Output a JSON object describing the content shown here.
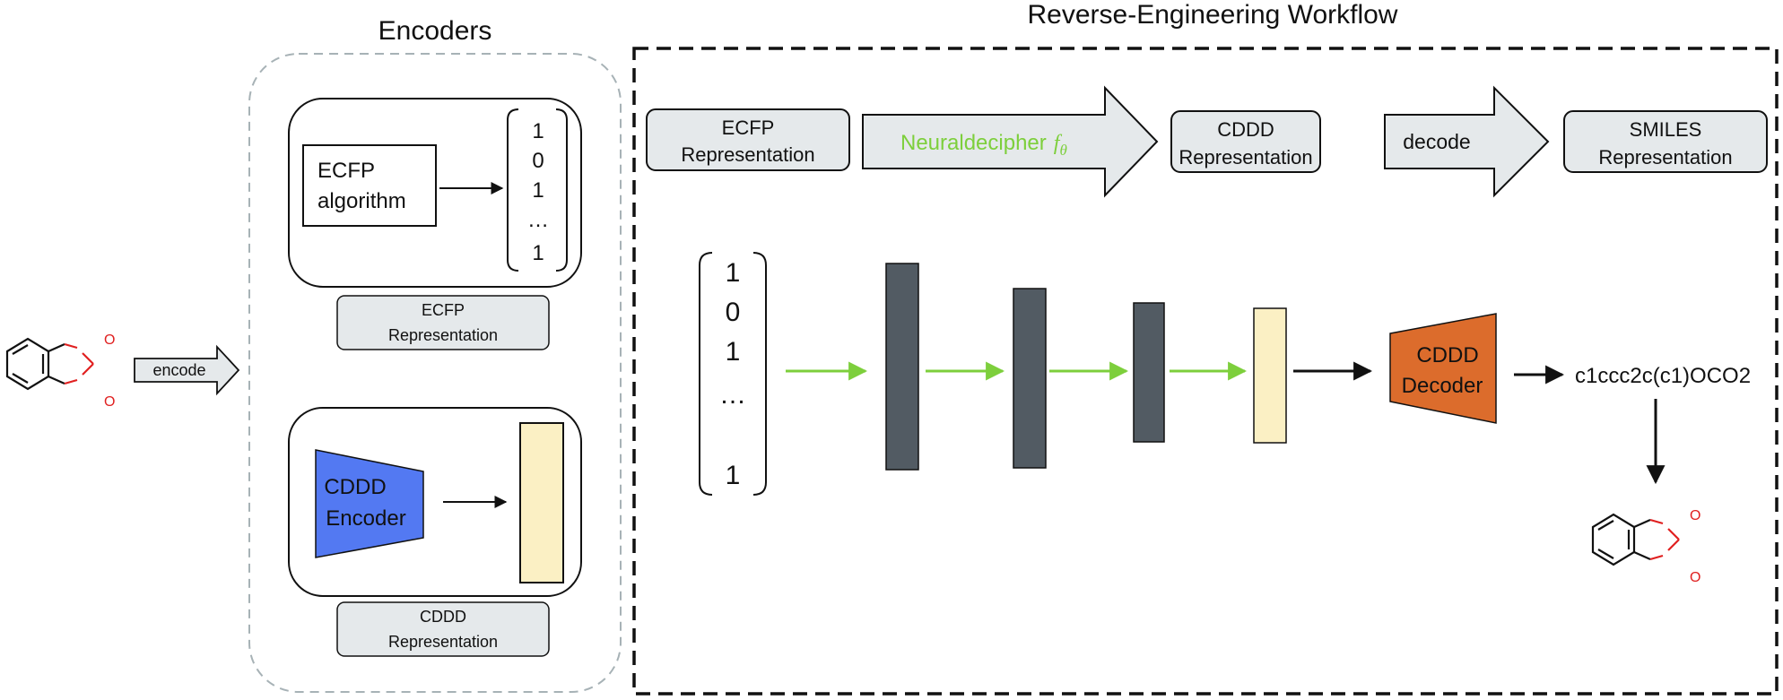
{
  "encoders": {
    "title": "Encoders",
    "ecfp_box_text": [
      "ECFP",
      "algorithm"
    ],
    "ecfp_vector": [
      "1",
      "0",
      "1",
      "…",
      "1"
    ],
    "ecfp_caption": [
      "ECFP",
      "Representation"
    ],
    "cddd_encoder_text": [
      "CDDD",
      "Encoder"
    ],
    "cddd_caption": [
      "CDDD",
      "Representation"
    ]
  },
  "left": {
    "encode_label": "encode",
    "molecule_atoms": [
      "O",
      "O"
    ]
  },
  "workflow": {
    "title": "Reverse-Engineering Workflow",
    "steps": {
      "ecfp": [
        "ECFP",
        "Representation"
      ],
      "neural": "Neuraldecipher",
      "neural_func": "f",
      "neural_sub": "θ",
      "cddd": [
        "CDDD",
        "Representation"
      ],
      "decode": "decode",
      "smiles": [
        "SMILES",
        "Representation"
      ]
    },
    "input_vector": [
      "1",
      "0",
      "1",
      "…",
      "1"
    ],
    "decoder_text": [
      "CDDD",
      "Decoder"
    ],
    "smiles_string": "c1ccc2c(c1)OCO2",
    "output_atoms": [
      "O",
      "O"
    ]
  },
  "colors": {
    "green": "#7dcf3c",
    "orange": "#dc6c2c",
    "blue": "#5379f2",
    "layer_gray": "#525b63",
    "beige": "#fbf0c4",
    "box_fill": "#e5e9eb",
    "oxygen_red": "#e02020"
  }
}
